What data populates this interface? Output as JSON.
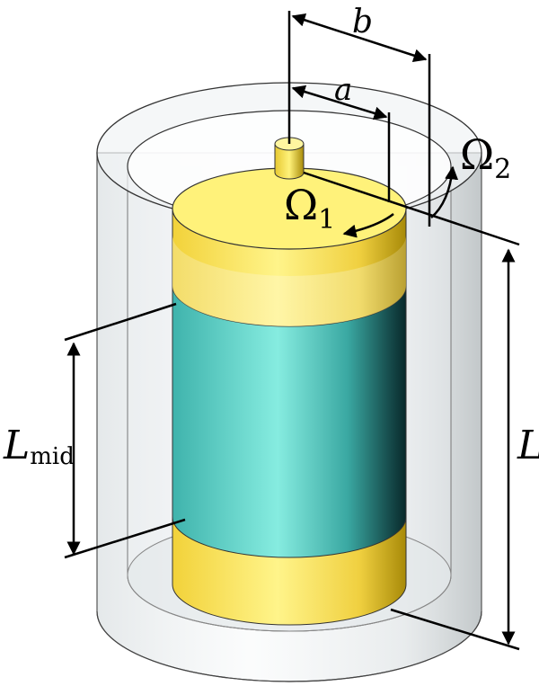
{
  "labels": {
    "b": "b",
    "a": "a",
    "omega2_base": "Ω",
    "omega2_sub": "2",
    "omega1_base": "Ω",
    "omega1_sub": "1",
    "L": "L",
    "Lmid_base": "L",
    "Lmid_sub": "mid"
  },
  "colors": {
    "yellow_light": "#fff27a",
    "yellow_mid": "#f0d63c",
    "yellow_dark": "#b89a10",
    "cyan_light": "#7ee8dc",
    "cyan_mid": "#4fc4bc",
    "cyan_dark": "#0c3a3c",
    "shell_fill": "#e9eef0",
    "outline": "#222222"
  }
}
